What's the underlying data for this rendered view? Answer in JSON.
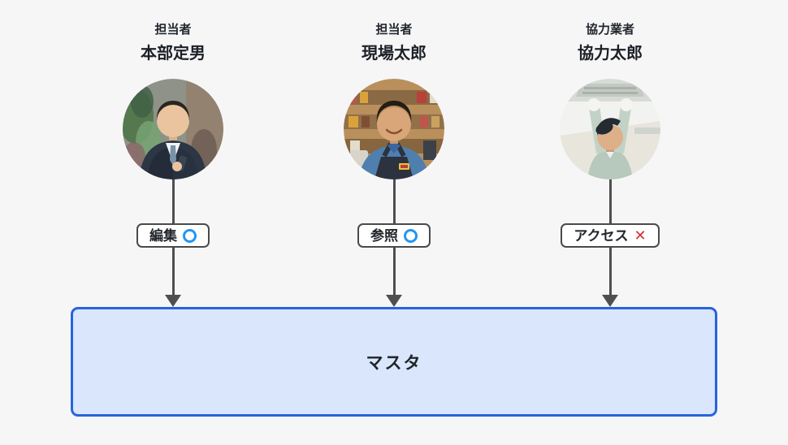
{
  "diagram": {
    "actors": [
      {
        "role": "担当者",
        "name": "本部定男",
        "permission_label": "編集",
        "access": "allowed",
        "avatar": "business-man-photo"
      },
      {
        "role": "担当者",
        "name": "現場太郎",
        "permission_label": "参照",
        "access": "allowed",
        "avatar": "store-staff-photo"
      },
      {
        "role": "協力業者",
        "name": "協力太郎",
        "permission_label": "アクセス",
        "access": "denied",
        "avatar": "maintenance-worker-photo"
      }
    ],
    "deny_glyph": "✕",
    "target_label": "マスタ",
    "colors": {
      "background": "#f6f6f7",
      "allow_circle": "#2196f3",
      "deny_cross": "#d32f2f",
      "connector": "#4f4f4f",
      "badge_border": "#4a4a4a",
      "box_fill": "#d9e6fb",
      "box_border": "#2863df",
      "text": "#20242a"
    }
  }
}
